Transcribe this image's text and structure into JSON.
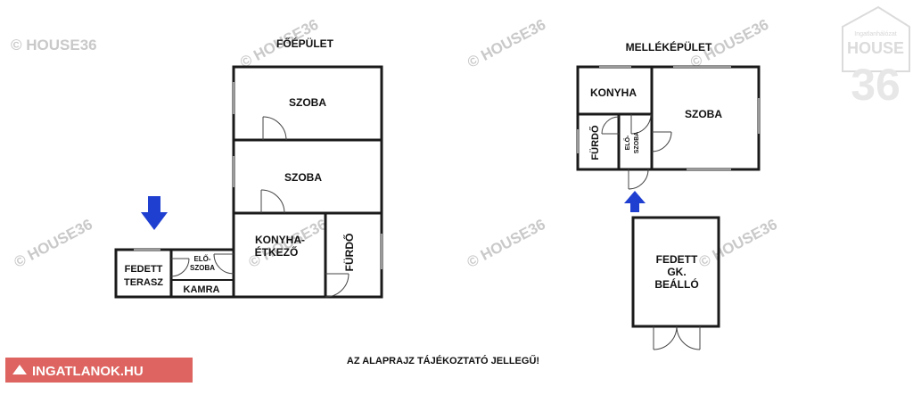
{
  "titles": {
    "main_building": "FŐÉPÜLET",
    "annex_building": "MELLÉKÉPÜLET"
  },
  "rooms": {
    "main_szoba_1": "SZOBA",
    "main_szoba_2": "SZOBA",
    "main_konyha_line1": "KONYHA-",
    "main_konyha_line2": "ÉTKEZŐ",
    "main_furdo": "FÜRDŐ",
    "main_eloszoba_line1": "ELŐ-",
    "main_eloszoba_line2": "SZOBA",
    "main_terasz_line1": "FEDETT",
    "main_terasz_line2": "TERASZ",
    "main_kamra": "KAMRA",
    "annex_konyha": "KONYHA",
    "annex_szoba": "SZOBA",
    "annex_furdo": "FÜRDŐ",
    "annex_eloszoba_line1": "ELŐ-",
    "annex_eloszoba_line2": "SZOBA",
    "carport_line1": "FEDETT",
    "carport_line2": "GK.",
    "carport_line3": "BEÁLLÓ"
  },
  "watermark": "HOUSE36",
  "watermark_symbol": "©",
  "logo": {
    "corner_top": "Ingatlanhálózat",
    "corner_main": "HOUSE",
    "corner_num": "36"
  },
  "brand": {
    "site": "INGATLANOK.HU",
    "color": "#d9534f"
  },
  "footer_note": "AZ ALAPRAJZ TÁJÉKOZTATÓ JELLEGŰ!",
  "colors": {
    "entrance_arrow": "#1f3fd1",
    "walls": "#1a1a1a",
    "watermark": "#c9c9c9"
  }
}
